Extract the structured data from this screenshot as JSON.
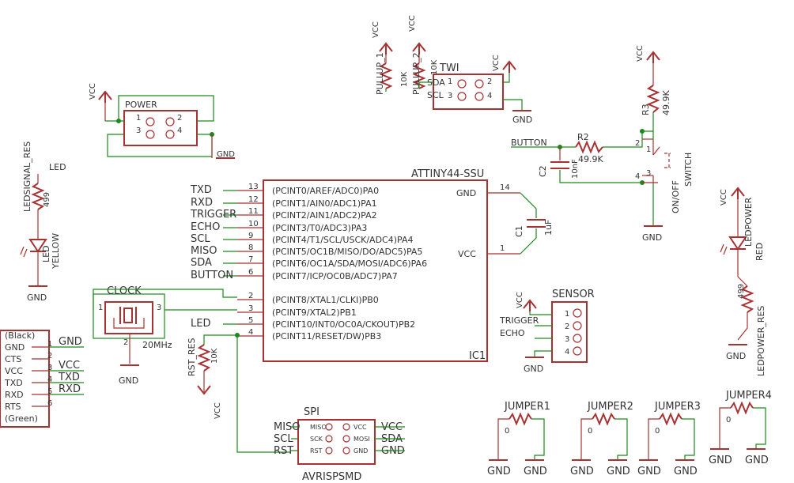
{
  "colors": {
    "wire": "#1a8a1a",
    "part": "#a83232",
    "text": "#333333",
    "background": "#ffffff"
  },
  "pwr": {
    "vcc": "VCC",
    "gnd": "GND"
  },
  "ic1": {
    "title": "ATTINY44-SSU",
    "ref": "IC1",
    "gnd": "GND",
    "vcc": "VCC",
    "gnd_pin": "14",
    "vcc_pin": "1",
    "pins": [
      {
        "net": "TXD",
        "num": "13",
        "func": "(PCINT0/AREF/ADC0)PA0"
      },
      {
        "net": "RXD",
        "num": "12",
        "func": "(PCINT1/AIN0/ADC1)PA1"
      },
      {
        "net": "TRIGGER",
        "num": "11",
        "func": "(PCINT2/AIN1/ADC2)PA2"
      },
      {
        "net": "ECHO",
        "num": "10",
        "func": "(PCINT3/T0/ADC3)PA3"
      },
      {
        "net": "SCL",
        "num": "9",
        "func": "(PCINT4/T1/SCL/USCK/ADC4)PA4"
      },
      {
        "net": "MISO",
        "num": "8",
        "func": "(PCINT5/OC1B/MISO/DO/ADC5)PA5"
      },
      {
        "net": "SDA",
        "num": "7",
        "func": "(PCINT6/OC1A/SDA/MOSI/ADC6)PA6"
      },
      {
        "net": "BUTTON",
        "num": "6",
        "func": "(PCINT7/ICP/OC0B/ADC7)PA7"
      },
      {
        "net": "",
        "num": "2",
        "func": "(PCINT8/XTAL1/CLKI)PB0"
      },
      {
        "net": "",
        "num": "3",
        "func": "(PCINT9/XTAL2)PB1"
      },
      {
        "net": "LED",
        "num": "5",
        "func": "(PCINT10/INT0/OC0A/CKOUT)PB2"
      },
      {
        "net": "",
        "num": "4",
        "func": "(PCINT11/RESET/DW)PB3"
      }
    ]
  },
  "power": {
    "label": "POWER",
    "pins": [
      "1",
      "2",
      "3",
      "4"
    ]
  },
  "twi": {
    "label": "TWI",
    "sda": "SDA",
    "scl": "SCL",
    "p1": "1",
    "p2": "2",
    "p3": "3",
    "p4": "4",
    "pullup1": "PULLUP_1",
    "pullup1_val": "10K",
    "pullup2": "PULLUP_2",
    "pullup2_val": "10K"
  },
  "switch": {
    "r3": "R3",
    "r3_val": "49.9K",
    "r2": "R2",
    "r2_val": "49.9K",
    "c2": "C2",
    "c2_val": "10nF",
    "button": "BUTTON",
    "label1": "ON/OFF",
    "label2": "SWITCH",
    "pins": [
      "2",
      "1",
      "4",
      "3"
    ]
  },
  "cap_c1": {
    "name": "C1",
    "value": "1uF"
  },
  "led_signal": {
    "res": "LEDSIGNAL_RES",
    "res_val": "499",
    "net": "LED",
    "name": "LED",
    "color": "YELLOW"
  },
  "led_power": {
    "name": "LEDPOWER",
    "color": "RED",
    "res_val": "499",
    "res": "LEDPOWER_RES"
  },
  "clock": {
    "label": "CLOCK",
    "freq": "20MHz",
    "pins": [
      "1",
      "2",
      "3"
    ]
  },
  "rst": {
    "name": "RST_RES",
    "value": "10K"
  },
  "sensor": {
    "label": "SENSOR",
    "trigger": "TRIGGER",
    "echo": "ECHO",
    "pins": [
      "1",
      "2",
      "3",
      "4"
    ]
  },
  "ftdi": {
    "labels": [
      "(Black)",
      "GND",
      "CTS",
      "VCC",
      "TXD",
      "RXD",
      "RTS",
      "(Green)"
    ],
    "pins": [
      "1",
      "2",
      "3",
      "4",
      "5",
      "6"
    ],
    "nets": [
      "GND",
      "VCC",
      "TXD",
      "RXD"
    ]
  },
  "spi": {
    "title": "SPI",
    "name": "AVRISPSMD",
    "left": [
      "MISO",
      "SCL",
      "RST"
    ],
    "right": [
      "VCC",
      "SDA",
      "GND"
    ],
    "inner_left": [
      "MISO",
      "SCK",
      "RST"
    ],
    "inner_right": [
      "VCC",
      "MOSI",
      "GND"
    ]
  },
  "jumpers": [
    {
      "name": "JUMPER1",
      "value": "0"
    },
    {
      "name": "JUMPER2",
      "value": "0"
    },
    {
      "name": "JUMPER3",
      "value": "0"
    },
    {
      "name": "JUMPER4",
      "value": "0"
    }
  ]
}
